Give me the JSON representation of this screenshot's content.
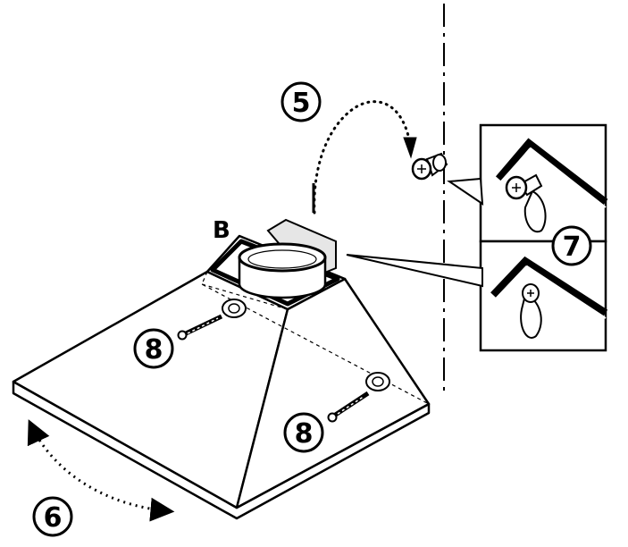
{
  "diagram": {
    "part_label": "B",
    "step_callouts": {
      "step5": "5",
      "step6": "6",
      "step7": "7",
      "step8_left": "8",
      "step8_right": "8"
    },
    "icons": [
      "screw-icon",
      "keyhole-slot-icon",
      "wall-plug-icon",
      "curved-arrow-icon"
    ],
    "colors": {
      "line": "#000000",
      "background": "#ffffff",
      "shade": "#e6e6e6"
    }
  }
}
